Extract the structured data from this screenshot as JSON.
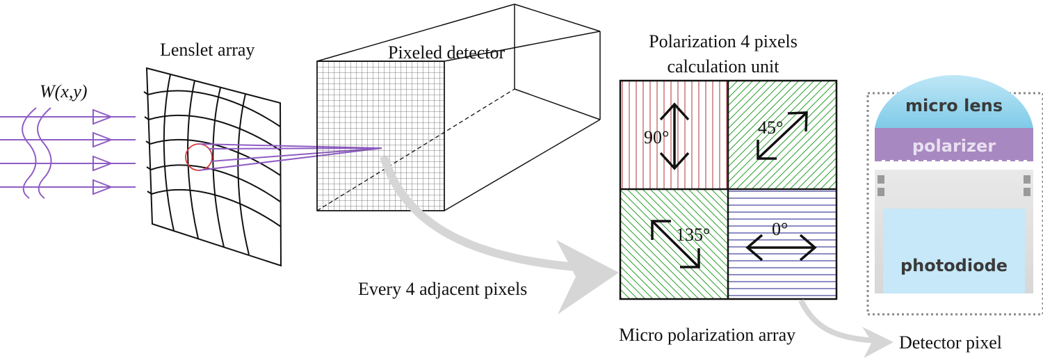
{
  "labels": {
    "wavefront": "W(x,y)",
    "lenslet_array": "Lenslet array",
    "pixeled_detector": "Pixeled detector",
    "unit_title_line1": "Polarization 4 pixels",
    "unit_title_line2": "calculation unit",
    "every_4_pixels": "Every 4 adjacent pixels",
    "micro_polarization_array": "Micro polarization array",
    "detector_pixel": "Detector pixel"
  },
  "polarizer_cells": [
    {
      "angle": "90°",
      "color": "#b03030"
    },
    {
      "angle": "45°",
      "color": "#2aa02a"
    },
    {
      "angle": "135°",
      "color": "#2aa02a"
    },
    {
      "angle": "0°",
      "color": "#1a1a8a"
    }
  ],
  "pixel_layers": {
    "micro_lens": "micro lens",
    "polarizer": "polarizer",
    "photodiode": "photodiode"
  },
  "colors": {
    "rays": "#8e5cc4",
    "lenslet_highlight": "#d83a3a",
    "micro_lens": "#8fd3ee",
    "polarizer_layer": "#a888c0",
    "photodiode": "#c6e8f8",
    "connector_arrow": "#d4d4d4"
  }
}
